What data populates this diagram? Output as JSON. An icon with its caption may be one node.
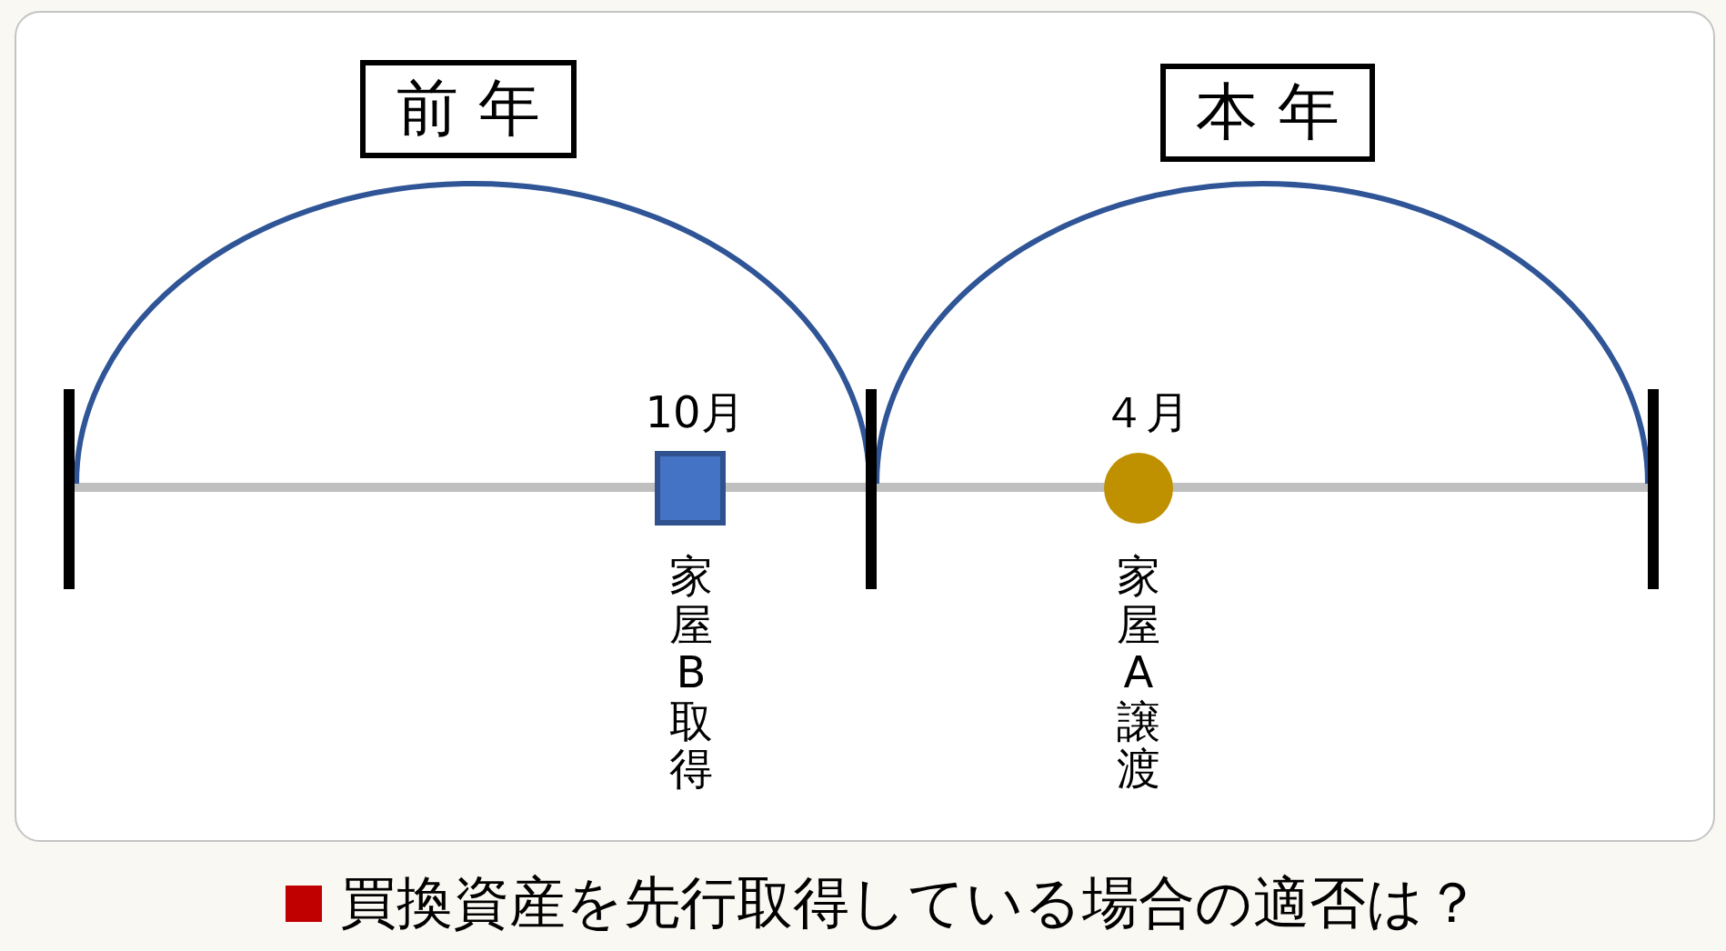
{
  "diagram": {
    "caption": "買換資産を先行取得している場合の適否は？",
    "nodes": [
      {
        "text": [
          "前 年"
        ]
      },
      {
        "text": [
          "本 年"
        ]
      },
      {
        "text": [],
        "shape": "box",
        "beside": [
          "10月",
          "家屋B取得"
        ]
      },
      {
        "text": [],
        "shape": "circle",
        "beside": [
          "４月",
          "家屋A譲渡"
        ]
      }
    ]
  }
}
